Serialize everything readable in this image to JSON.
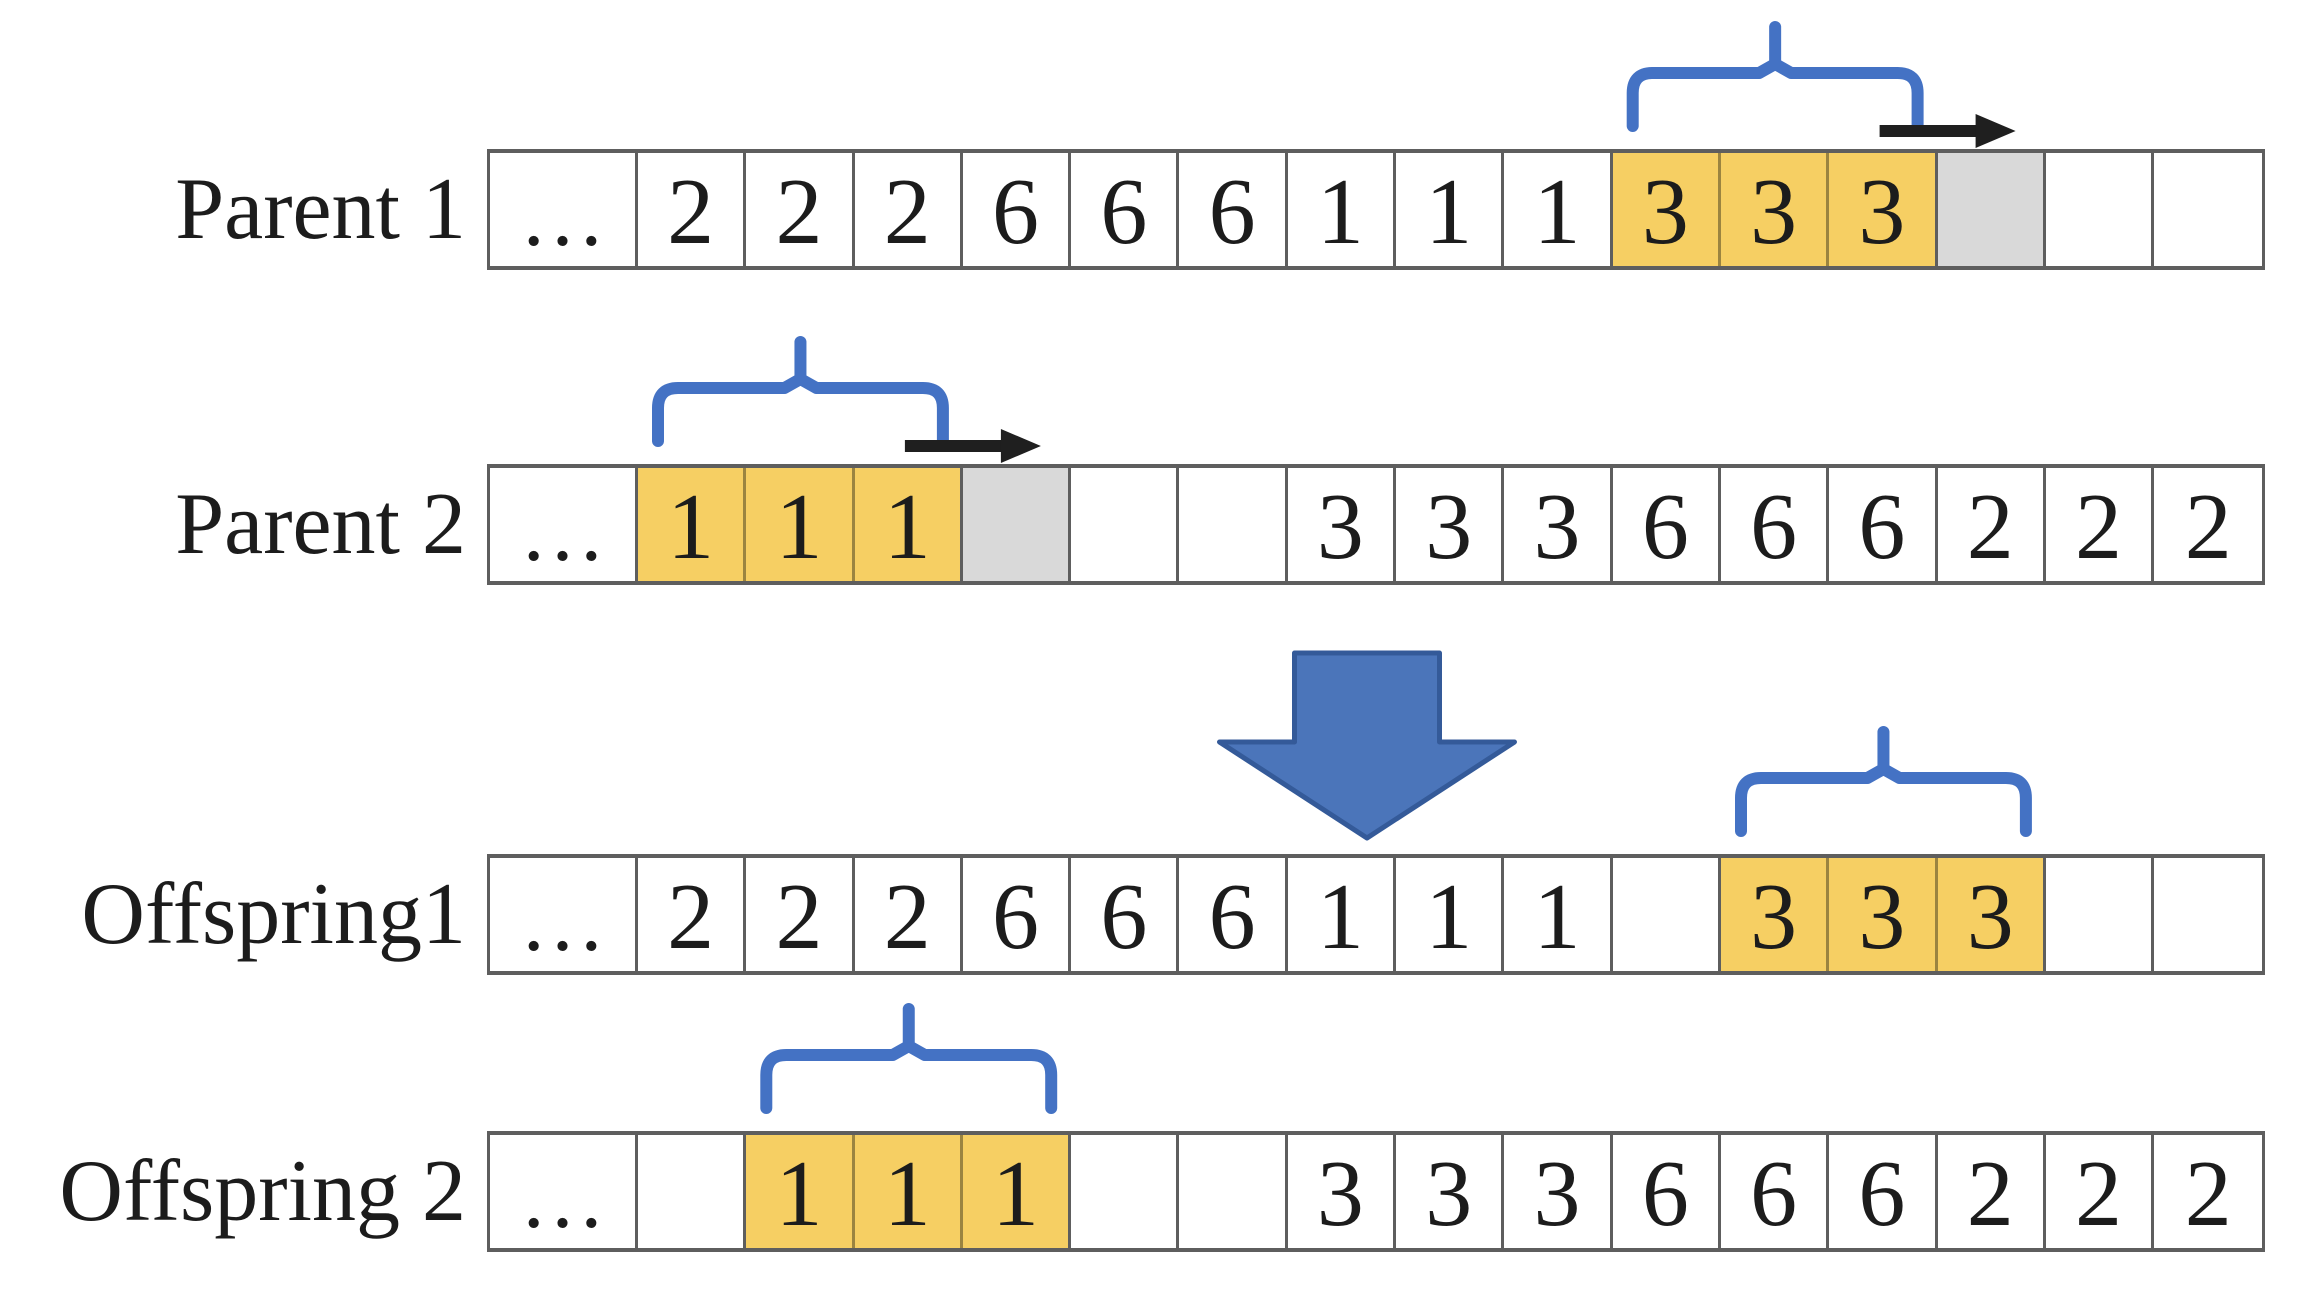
{
  "figure": {
    "rows": [
      {
        "key": "parent-1",
        "label": "Parent 1",
        "cells": [
          {
            "v": "…"
          },
          {
            "v": "2"
          },
          {
            "v": "2"
          },
          {
            "v": "2"
          },
          {
            "v": "6"
          },
          {
            "v": "6"
          },
          {
            "v": "6"
          },
          {
            "v": "1"
          },
          {
            "v": "1"
          },
          {
            "v": "1"
          },
          {
            "v": "3",
            "mark": "highlight"
          },
          {
            "v": "3",
            "mark": "highlight"
          },
          {
            "v": "3",
            "mark": "highlight"
          },
          {
            "v": "",
            "mark": "gray"
          },
          {
            "v": ""
          },
          {
            "v": ""
          }
        ],
        "brace_over": [
          10,
          12
        ],
        "shift_arrow": true
      },
      {
        "key": "parent-2",
        "label": "Parent 2",
        "cells": [
          {
            "v": "…"
          },
          {
            "v": "1",
            "mark": "highlight"
          },
          {
            "v": "1",
            "mark": "highlight"
          },
          {
            "v": "1",
            "mark": "highlight"
          },
          {
            "v": "",
            "mark": "gray"
          },
          {
            "v": ""
          },
          {
            "v": ""
          },
          {
            "v": "3"
          },
          {
            "v": "3"
          },
          {
            "v": "3"
          },
          {
            "v": "6"
          },
          {
            "v": "6"
          },
          {
            "v": "6"
          },
          {
            "v": "2"
          },
          {
            "v": "2"
          },
          {
            "v": "2"
          }
        ],
        "brace_over": [
          1,
          3
        ],
        "shift_arrow": true
      },
      {
        "key": "offspring-1",
        "label": "Offspring1",
        "cells": [
          {
            "v": "…"
          },
          {
            "v": "2"
          },
          {
            "v": "2"
          },
          {
            "v": "2"
          },
          {
            "v": "6"
          },
          {
            "v": "6"
          },
          {
            "v": "6"
          },
          {
            "v": "1"
          },
          {
            "v": "1"
          },
          {
            "v": "1"
          },
          {
            "v": ""
          },
          {
            "v": "3",
            "mark": "highlight"
          },
          {
            "v": "3",
            "mark": "highlight"
          },
          {
            "v": "3",
            "mark": "highlight"
          },
          {
            "v": ""
          },
          {
            "v": ""
          }
        ],
        "brace_over": [
          11,
          13
        ],
        "shift_arrow": false
      },
      {
        "key": "offspring-2",
        "label": "Offspring 2",
        "cells": [
          {
            "v": "…"
          },
          {
            "v": ""
          },
          {
            "v": "1",
            "mark": "highlight"
          },
          {
            "v": "1",
            "mark": "highlight"
          },
          {
            "v": "1",
            "mark": "highlight"
          },
          {
            "v": ""
          },
          {
            "v": ""
          },
          {
            "v": "3"
          },
          {
            "v": "3"
          },
          {
            "v": "3"
          },
          {
            "v": "6"
          },
          {
            "v": "6"
          },
          {
            "v": "6"
          },
          {
            "v": "2"
          },
          {
            "v": "2"
          },
          {
            "v": "2"
          }
        ],
        "brace_over": [
          2,
          4
        ],
        "shift_arrow": false
      }
    ],
    "big_down_arrow": {
      "name": "crossover-arrow"
    },
    "colors": {
      "highlight_yellow": "#F6CF63",
      "highlight_separator": "#9B8440",
      "placeholder_gray": "#D9D9D9",
      "grid_line": "#5E5E5E",
      "text": "#1C1C1C",
      "brace_blue": "#4472C4",
      "shift_arrow_black": "#1F1F1F",
      "big_arrow_fill": "#4B75BA",
      "big_arrow_border": "#345A99"
    }
  }
}
